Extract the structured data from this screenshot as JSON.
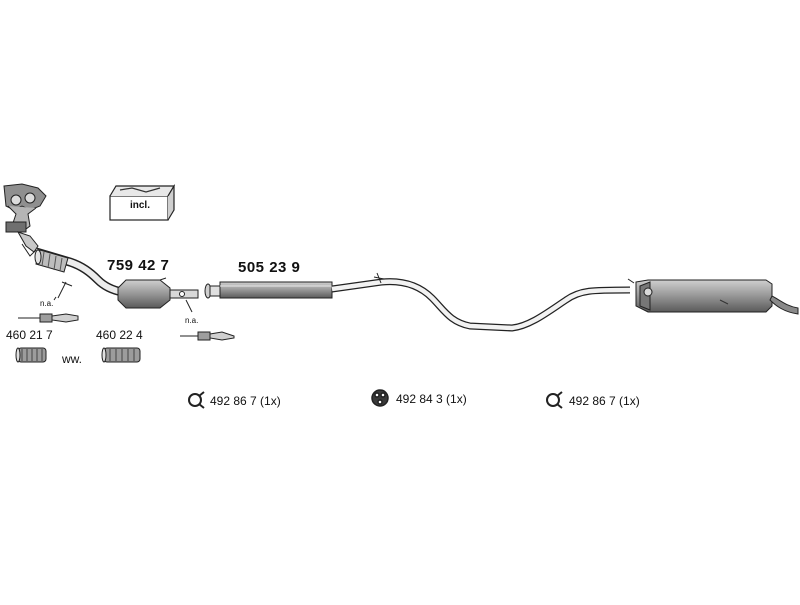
{
  "parts": {
    "catalytic_converter": "759 42 7",
    "middle_silencer": "505 23 9",
    "flex_pipe_left": "460 21 7",
    "flex_pipe_right": "460 22 4",
    "ww_note": "ww.",
    "incl_label": "incl.",
    "na_left": "n.a.",
    "na_right": "n.a."
  },
  "mounting": {
    "clamp_left": "492 86 7 (1x)",
    "rubber_mount": "492 84 3 (1x)",
    "clamp_right": "492 86 7 (1x)"
  },
  "icons": [
    "clamp-icon",
    "rubber-mount-icon",
    "clamp-icon"
  ],
  "colors": {
    "line": "#222222",
    "part_fill": "#9a9a9a",
    "part_dark": "#5e5e5e",
    "part_light": "#d4d4d4"
  }
}
